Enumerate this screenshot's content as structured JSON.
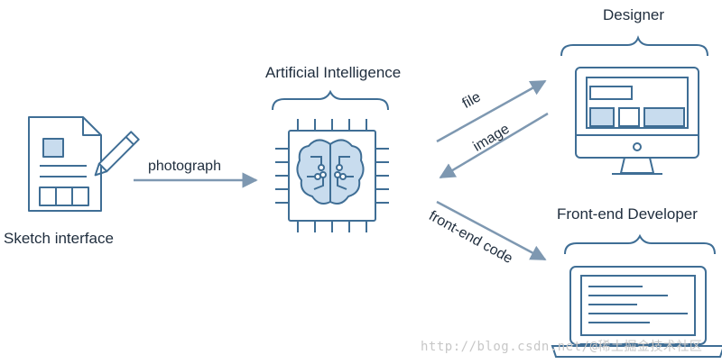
{
  "nodes": {
    "sketch": {
      "label": "Sketch interface",
      "icon": "sketch-document-icon"
    },
    "ai": {
      "label": "Artificial Intelligence",
      "icon": "ai-brain-chip-icon"
    },
    "designer": {
      "label": "Designer",
      "icon": "desktop-monitor-icon"
    },
    "developer": {
      "label": "Front-end Developer",
      "icon": "laptop-code-icon"
    }
  },
  "edges": {
    "photograph": "photograph",
    "file": "file",
    "image": "image",
    "frontend_code": "front-end code"
  },
  "watermark": "http://blog.csdn.net/@稀土掘金技术社区",
  "colors": {
    "stroke": "#3f6e95",
    "fill": "#c8dcee",
    "text": "#1f2d3d"
  }
}
